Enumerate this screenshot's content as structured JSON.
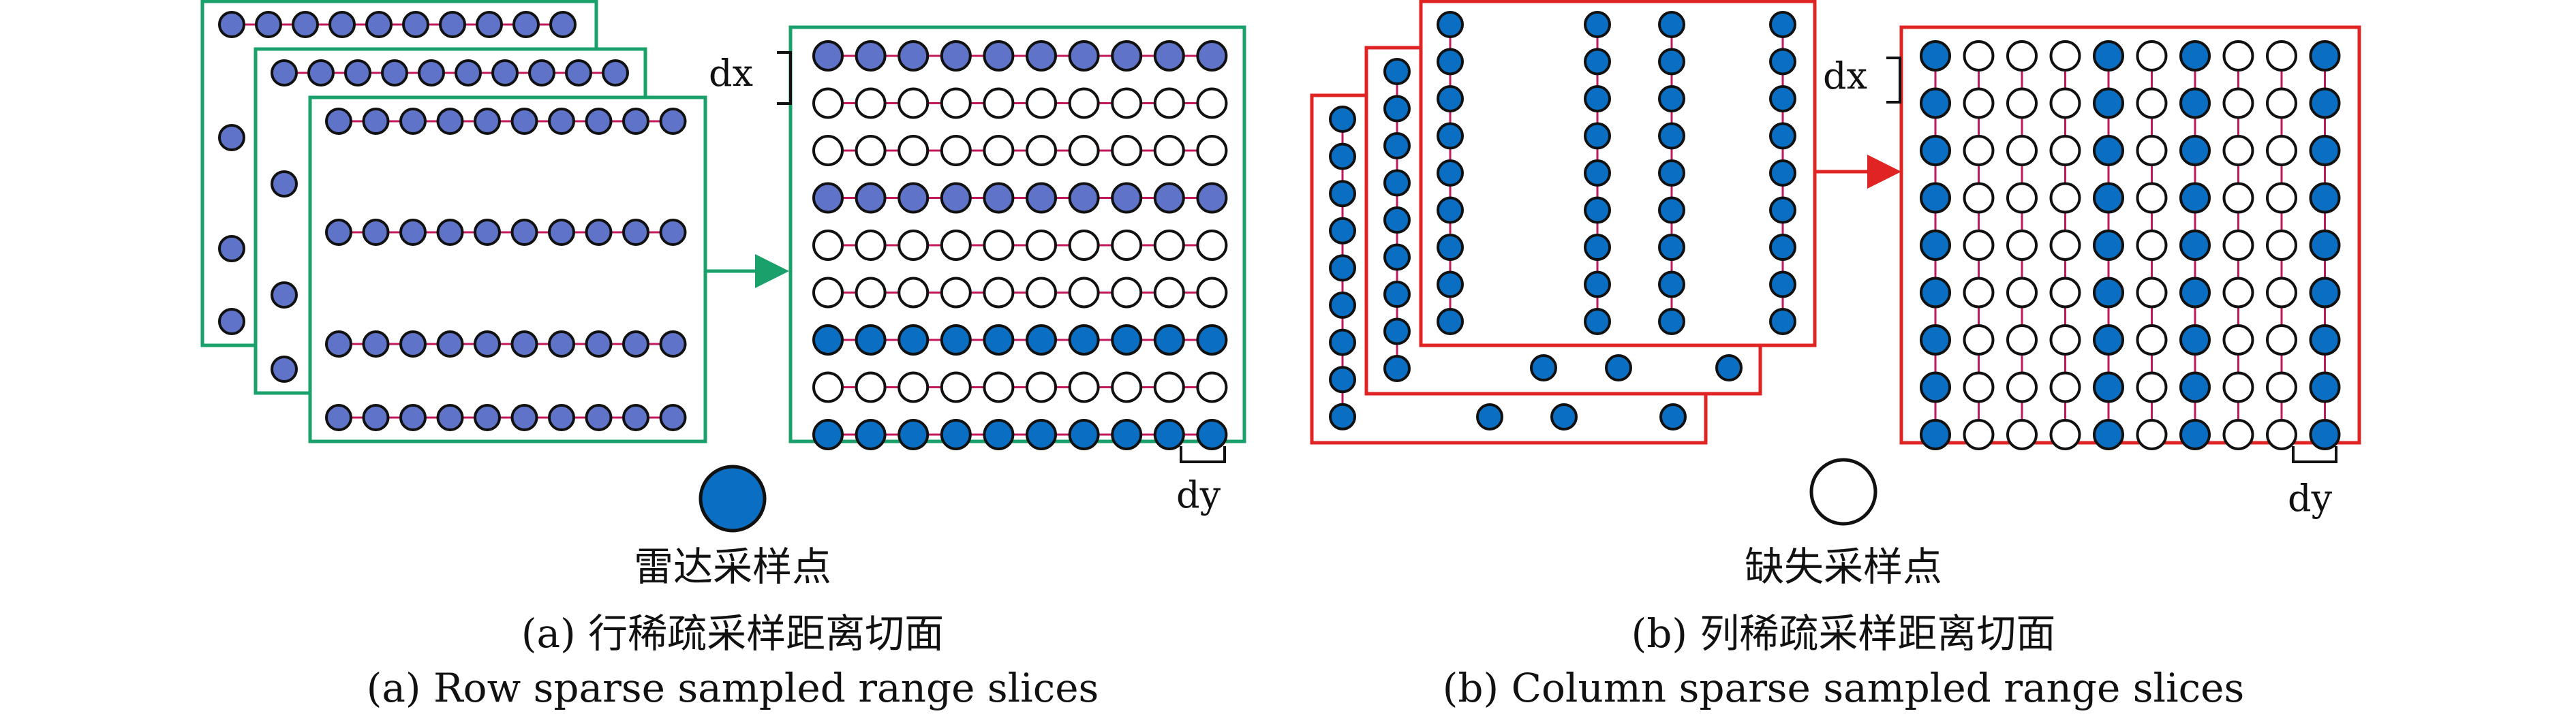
{
  "colors": {
    "radar_fill": "#0a6fc2",
    "row_fill": "#5f73c8",
    "empty_fill": "#ffffff",
    "green_frame": "#1aa06a",
    "red_frame": "#e02424",
    "link_line": "#c2185b",
    "outline": "#111111"
  },
  "legend": {
    "radar_label": "雷达采样点",
    "missing_label": "缺失采样点"
  },
  "panel_a": {
    "dx_label": "dx",
    "dy_label": "dy",
    "caption_cn": "(a) 行稀疏采样距离切面",
    "caption_en": "(a) Row sparse sampled range slices"
  },
  "panel_b": {
    "dx_label": "dx",
    "dy_label": "dy",
    "caption_cn": "(b) 列稀疏采样距离切面",
    "caption_en": "(b) Column sparse sampled range slices"
  }
}
